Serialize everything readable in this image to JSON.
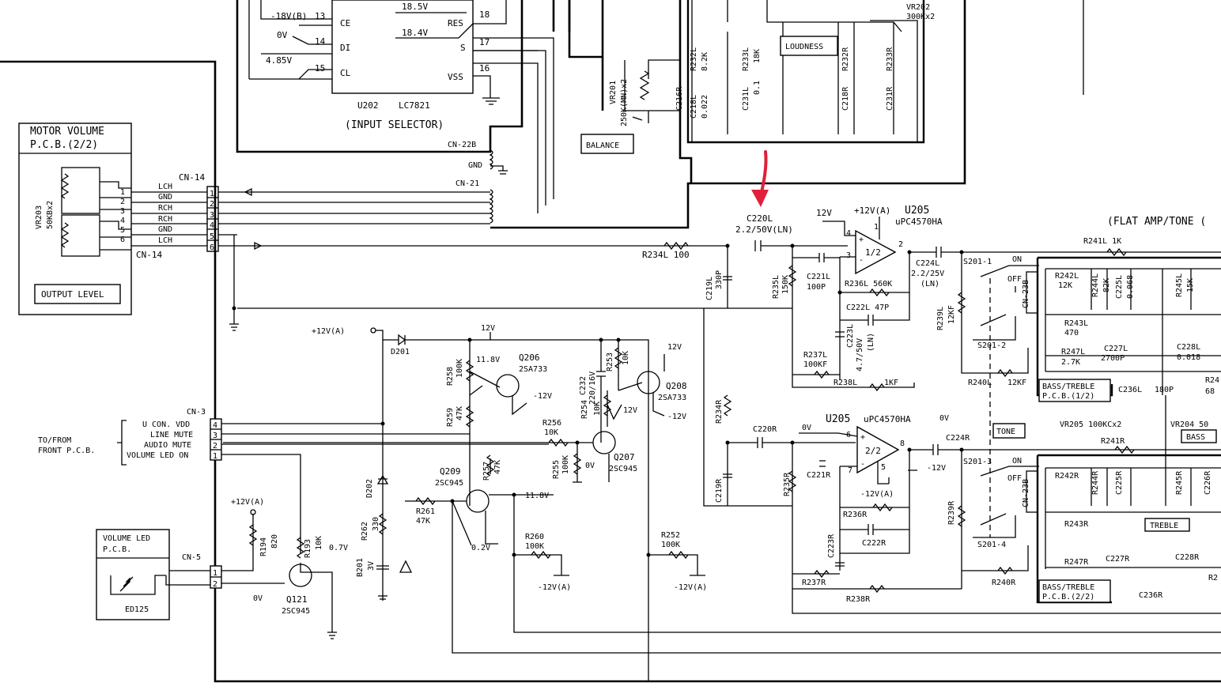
{
  "accent_color": "#e0203a",
  "ic_u202": {
    "name": "U202",
    "part": "LC7821",
    "function": "(INPUT SELECTOR)",
    "pins_left": [
      {
        "name": "CE",
        "pin": "13",
        "volt": "-18V(B)"
      },
      {
        "name": "DI",
        "pin": "14",
        "volt": "0V"
      },
      {
        "name": "CL",
        "pin": "15",
        "volt": "4.85V"
      }
    ],
    "pins_right": [
      {
        "name": "RES",
        "pin": "18",
        "volt": "18.5V"
      },
      {
        "name": "S",
        "pin": "17",
        "volt": "18.4V"
      },
      {
        "name": "VSS",
        "pin": "16"
      }
    ]
  },
  "motor_volume": {
    "title_line1": "MOTOR VOLUME",
    "title_line2": "P.C.B.(2/2)",
    "pot": "VR203",
    "pot_value": "50KBx2",
    "output_label": "OUTPUT LEVEL",
    "pins": [
      "1",
      "2",
      "3",
      "4",
      "5",
      "6"
    ]
  },
  "cn14": {
    "name": "CN-14",
    "signals": [
      "LCH",
      "GND",
      "RCH",
      "RCH",
      "GND",
      "LCH"
    ],
    "pins": [
      "1",
      "2",
      "3",
      "4",
      "5",
      "6"
    ]
  },
  "connectors": {
    "cn22b": "CN-22B",
    "cn22b_gnd": "GND",
    "cn21": "CN-21",
    "cn3": "CN-3",
    "cn5": "CN-5",
    "cn23b_a": "CN-23B",
    "cn23b_b": "CN-23B"
  },
  "balance": {
    "pot": "VR201",
    "pot_value": "250K(MN)x2",
    "label": "BALANCE",
    "cap": "C216R"
  },
  "loudness": {
    "label": "LOUDNESS",
    "pot": "VR202",
    "pot_value": "300Kx2",
    "parts": [
      "R232L",
      "8.2K",
      "R233L",
      "18K",
      "C218L",
      "0.022",
      "C231L",
      "0.1",
      "R232R",
      "R233R",
      "C218R",
      "C231R"
    ]
  },
  "left_channel": {
    "r234": "R234L 100",
    "c219": "C219L",
    "c219_val": "330P",
    "c220": "C220L",
    "c220_val": "2.2/50V(LN)",
    "r235": "R235L",
    "r235_val": "150K",
    "c221": "C221L",
    "c221_val": "100P",
    "r236": "R236L 560K",
    "c222": "C222L 47P",
    "c223": "C223L",
    "c223_val": "4.7/50V",
    "c223_ln": "(LN)",
    "r237": "R237L",
    "r237_val": "100KF",
    "r238": "R238L",
    "r238_val": "1KF",
    "c224": "C224L",
    "c224_val": "2.2/25V",
    "c224_ln": "(LN)",
    "r239": "R239L",
    "r239_val": "12KF",
    "r240": "R240L",
    "r240_val": "12KF"
  },
  "opamp_left": {
    "name": "U205",
    "part": "uPC4570HA",
    "half": "1/2",
    "supply": "+12V(A)",
    "rail": "12V",
    "pins": [
      "4",
      "1",
      "3",
      "2"
    ]
  },
  "opamp_right": {
    "name": "U205",
    "part": "uPC4570HA",
    "half": "2/2",
    "pins": [
      "6",
      "7",
      "8",
      "5"
    ],
    "v_in": "0V",
    "v_out": "0V",
    "v_neg": "-12V",
    "supply_neg": "-12V(A)"
  },
  "right_channel": {
    "c220": "C220R",
    "c219": "C219R",
    "r234": "R234R",
    "r235": "R235R",
    "c221": "C221R",
    "r236": "R236R",
    "c222": "C222R",
    "c223": "C223R",
    "r237": "R237R",
    "r238": "R238R",
    "c224": "C224R",
    "r239": "R239R",
    "r240": "R240R"
  },
  "switches": {
    "s201_1": "S201-1",
    "s201_2": "S201-2",
    "s201_3": "S201-3",
    "s201_4": "S201-4",
    "on": "ON",
    "off": "OFF",
    "tone": "TONE"
  },
  "flat_amp": {
    "title": "(FLAT AMP/TONE (",
    "r241l": "R241L 1K",
    "r241r": "R241R",
    "r242l": "R242L",
    "r242l_val": "12K",
    "r244l": "R244L",
    "r244l_val": "82K",
    "c225l": "C225L",
    "c225l_val": "0.068",
    "r245l": "R245L",
    "r245l_val": "15K",
    "r243l": "R243L",
    "r243l_val": "470",
    "r247l": "R247L",
    "r247l_val": "2.7K",
    "c227l": "C227L",
    "c227l_val": "2700P",
    "c228l": "C228L",
    "c228l_val": "0.018",
    "c236l": "C236L",
    "c236l_val": "180P",
    "r242r": "R242R",
    "r244r": "R244R",
    "c225r": "C225R",
    "r245r": "R245R",
    "c226r": "C226R",
    "r243r": "R243R",
    "r247r": "R247R",
    "c227r": "C227R",
    "c228r": "C228R",
    "c236r": "C236R",
    "vr205": "VR205 100KCx2",
    "vr204": "VR204 50",
    "bass": "BASS",
    "treble": "TREBLE",
    "bt1_line1": "BASS/TREBLE",
    "bt1_line2": "P.C.B.(1/2)",
    "bt2_line1": "BASS/TREBLE",
    "bt2_line2": "P.C.B.(2/2)",
    "edge_r24": "R24",
    "edge_68": "68",
    "edge_r2": "R2"
  },
  "mute": {
    "supply": "+12V(A)",
    "d201": "D201",
    "rail_12v": "12V",
    "r258": "R258",
    "r258_val": "100K",
    "v_11_8": "11.8V",
    "q206": "Q206",
    "q206_part": "2SA733",
    "v_neg12": "-12V",
    "c232": "C232",
    "c232_val": "220/16V",
    "r253": "R253",
    "r253_val": "10K",
    "q208_rail": "12V",
    "q208": "Q208",
    "q208_part": "2SA733",
    "q208_neg": "-12V",
    "r259": "R259",
    "r259_val": "47K",
    "r254": "R254",
    "r254_val": "10K",
    "q207_rail": "12V",
    "r256": "R256",
    "r256_val": "10K",
    "q207": "Q207",
    "q207_part": "2SC945",
    "r255": "R255",
    "r255_val": "100K",
    "v_0": "0V",
    "r257": "R257",
    "r257_val": "47K",
    "q209": "Q209",
    "q209_part": "2SC945",
    "v_11_8b": "11.8V",
    "r261": "R261",
    "r261_val": "47K",
    "v_0_2": "0.2V",
    "r260": "R260",
    "r260_val": "100K",
    "r260_sup": "-12V(A)",
    "r252": "R252",
    "r252_val": "100K",
    "r252_sup": "-12V(A)",
    "d202": "D202",
    "r262": "R262",
    "r262_val": "330",
    "d201_zener": "B201",
    "d201_zener_val": "3V"
  },
  "front_pcb": {
    "label_line1": "TO/FROM",
    "label_line2": "FRONT P.C.B.",
    "signals": [
      "U CON. VDD",
      "LINE MUTE",
      "AUDIO MUTE",
      "VOLUME LED ON"
    ],
    "pins": [
      "4",
      "3",
      "2",
      "1"
    ]
  },
  "led": {
    "title_line1": "VOLUME LED",
    "title_line2": "P.C.B.",
    "led": "ED125",
    "pins": [
      "1",
      "2"
    ],
    "supply": "+12V(A)",
    "r194": "R194",
    "r194_val": "820",
    "r193": "R193",
    "r193_val": "10K",
    "v_0_7": "0.7V",
    "v_0": "0V",
    "q121": "Q121",
    "q121_part": "2SC945"
  }
}
